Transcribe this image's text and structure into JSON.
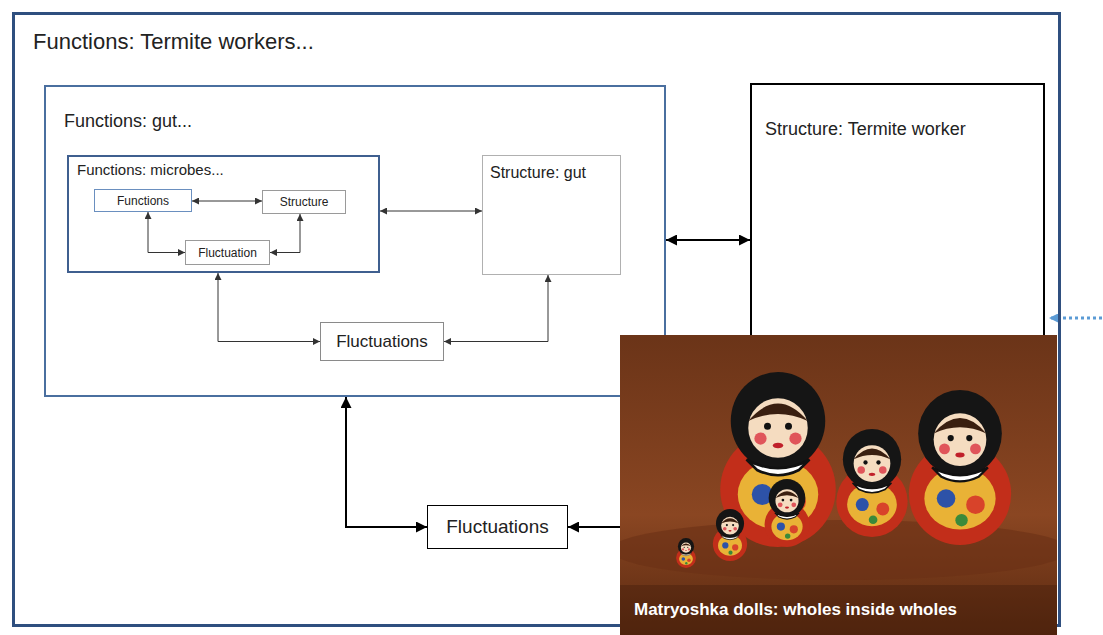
{
  "diagram": {
    "nodes": [
      {
        "text": [
          "Functions: Termite workers..."
        ]
      },
      {
        "text": [
          "Functions: gut..."
        ],
        "in": 0
      },
      {
        "text": [
          "Functions: microbes..."
        ],
        "in": 1
      },
      {
        "text": [
          "Functions"
        ],
        "in": 2
      },
      {
        "text": [
          "Structure"
        ],
        "in": 2
      },
      {
        "text": [
          "Fluctuation"
        ],
        "in": 2
      },
      {
        "text": [
          "Structure: gut"
        ],
        "in": 1
      },
      {
        "text": [
          "Fluctuations"
        ],
        "in": 1
      },
      {
        "text": [
          "Structure: Termite worker"
        ],
        "in": 0
      },
      {
        "text": [
          "Fluctuations"
        ],
        "in": 0
      }
    ],
    "edges": [
      {
        "from": 3,
        "to": 4,
        "arrow": "both"
      },
      {
        "from": 3,
        "to": 5,
        "arrow": "both"
      },
      {
        "from": 5,
        "to": 4,
        "arrow": "both"
      },
      {
        "from": 2,
        "to": 6,
        "arrow": "both"
      },
      {
        "from": 2,
        "to": 7,
        "arrow": "both"
      },
      {
        "from": 7,
        "to": 6,
        "arrow": "both"
      },
      {
        "from": 1,
        "to": 8,
        "arrow": "both"
      },
      {
        "from": 1,
        "to": 9,
        "arrow": "both"
      },
      {
        "from": 8,
        "to": 9,
        "arrow": "to"
      }
    ],
    "labels": [
      "Matryoshka dolls: wholes inside wholes"
    ]
  }
}
